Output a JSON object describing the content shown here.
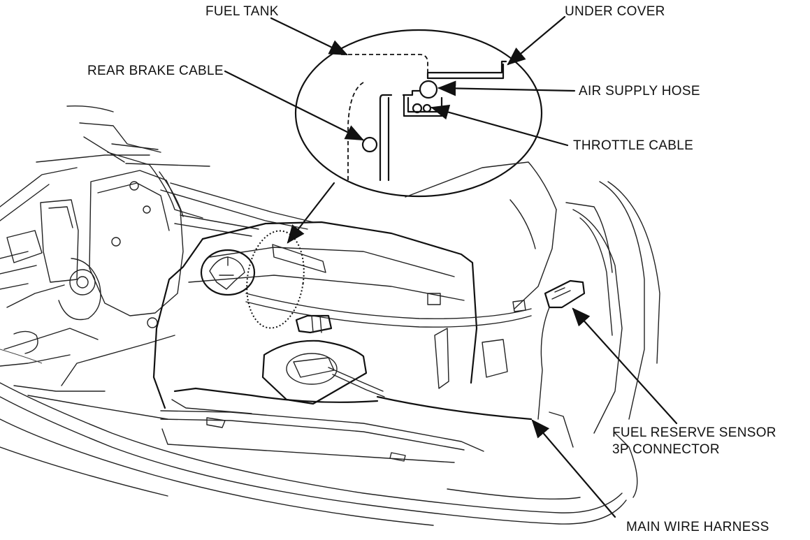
{
  "labels": {
    "fuel_tank": "FUEL TANK",
    "under_cover": "UNDER COVER",
    "rear_brake_cable": "REAR BRAKE CABLE",
    "air_supply_hose": "AIR SUPPLY HOSE",
    "throttle_cable": "THROTTLE CABLE",
    "fuel_reserve_sensor_line1": "FUEL RESERVE SENSOR",
    "fuel_reserve_sensor_line2": "3P CONNECTOR",
    "main_wire_harness": "MAIN WIRE HARNESS"
  },
  "colors": {
    "ink": "#111111",
    "background": "#ffffff"
  }
}
